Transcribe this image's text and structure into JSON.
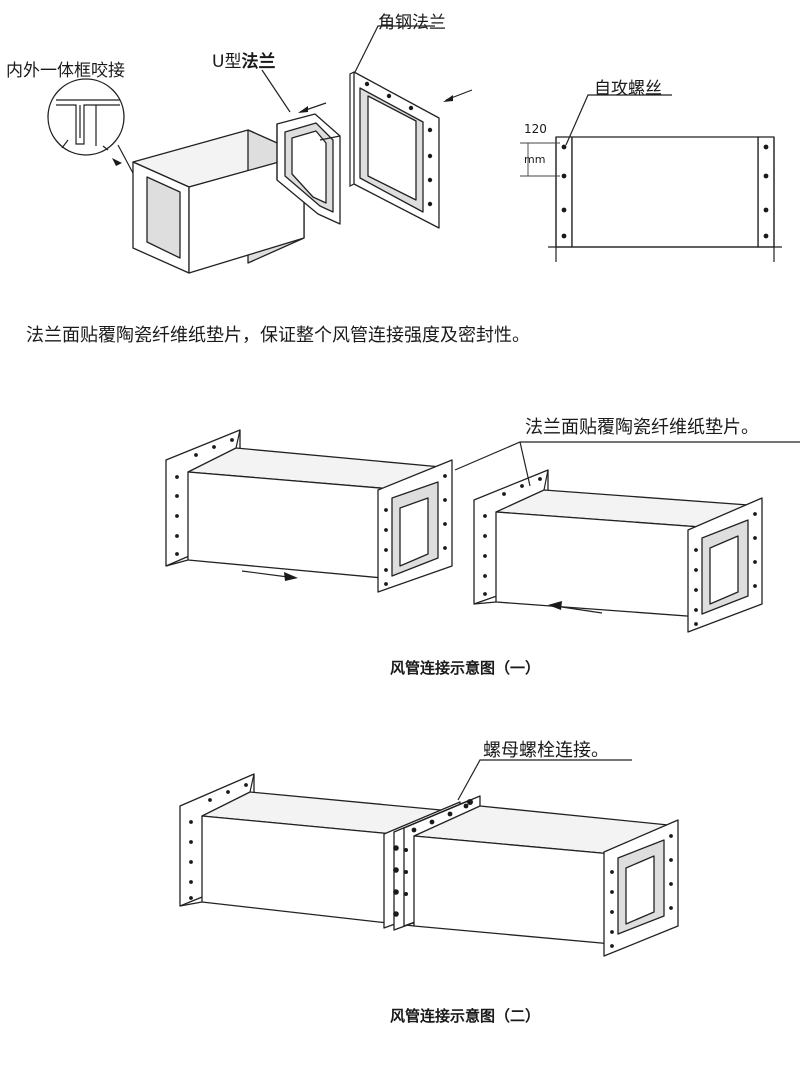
{
  "top": {
    "lock_seam_label": "内外一体框咬接",
    "u_flange_prefix": "U型",
    "u_flange_suffix": "法兰",
    "angle_flange_label": "角钢法兰",
    "screw_label": "自攻螺丝",
    "dim_value": "120",
    "dim_unit": "mm"
  },
  "gasket_note": "法兰面贴覆陶瓷纤维纸垫片，保证整个风管连接强度及密封性。",
  "diagram1": {
    "label": "法兰面贴覆陶瓷纤维纸垫片。",
    "caption": "风管连接示意图（一）"
  },
  "diagram2": {
    "label": "螺母螺栓连接。",
    "caption": "风管连接示意图（二）"
  }
}
